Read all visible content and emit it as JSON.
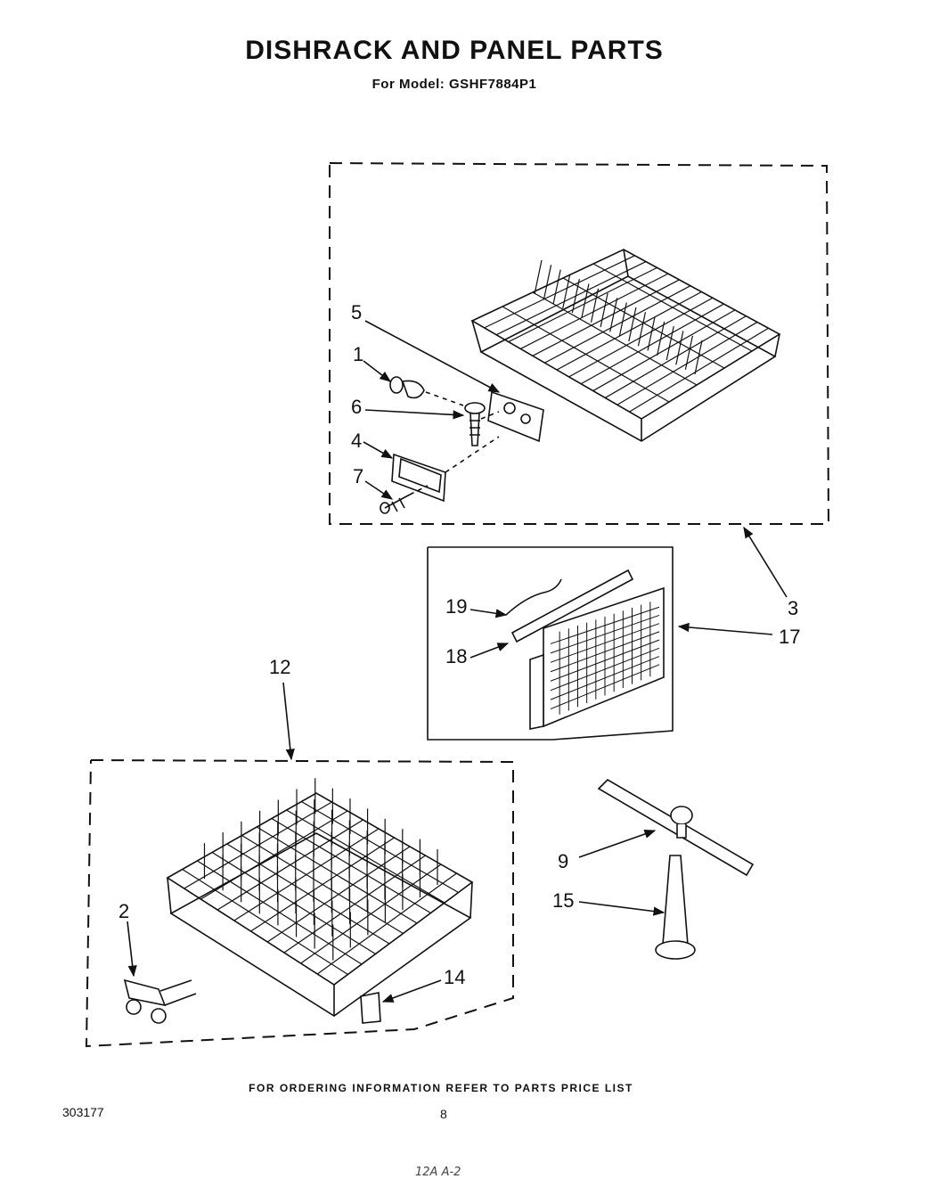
{
  "page": {
    "title": "DISHRACK AND PANEL PARTS",
    "subtitle": "For Model: GSHF7884P1",
    "footer": "FOR ORDERING INFORMATION REFER TO PARTS PRICE LIST",
    "doc_number": "303177",
    "page_number": "8",
    "stamp": "12A  A-2"
  },
  "callouts": {
    "c1": "1",
    "c2": "2",
    "c3": "3",
    "c4": "4",
    "c5": "5",
    "c6": "6",
    "c7": "7",
    "c9": "9",
    "c12": "12",
    "c14": "14",
    "c15": "15",
    "c17": "17",
    "c18": "18",
    "c19": "19"
  }
}
